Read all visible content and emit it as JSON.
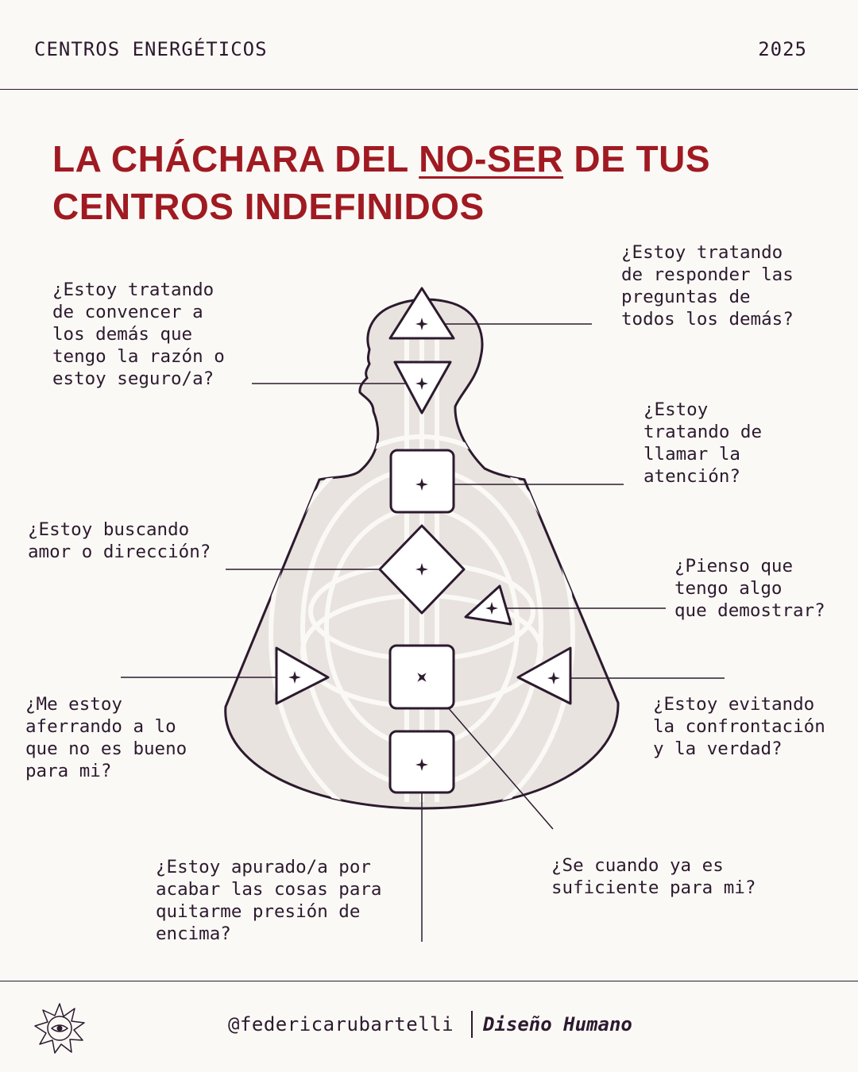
{
  "header": {
    "series_label": "CENTROS ENERGÉTICOS",
    "year": "2025"
  },
  "title": {
    "part1": "LA CHÁCHARA DEL ",
    "highlight": "NO-SER",
    "part2": " DE TUS CENTROS INDEFINIDOS"
  },
  "questions": {
    "head": "¿Estoy tratando\nde responder las\npreguntas de\ntodos los demás?",
    "ajna": "¿Estoy tratando\nde convencer a\nlos demás que\ntengo la razón o\nestoy seguro/a?",
    "throat": "¿Estoy\ntratando de\nllamar la\natención?",
    "g_center": "¿Estoy buscando\namor o dirección?",
    "heart": "¿Pienso que\ntengo algo\nque demostrar?",
    "spleen": "¿Me estoy\naferrando a lo\nque no es bueno\npara mi?",
    "solar_plexus": "¿Estoy evitando\nla confrontación\ny la verdad?",
    "root": "¿Estoy apurado/a por\nacabar las cosas para\nquitarme presión de\nencima?",
    "sacral": "¿Se cuando ya es\nsuficiente para mi?"
  },
  "footer": {
    "handle": "@federicarubartelli",
    "brand": "Diseño Humano"
  },
  "colors": {
    "background": "#fbf9f6",
    "title": "#a01a22",
    "ink": "#2c1a2e",
    "silhouette": "#e8e3df"
  }
}
